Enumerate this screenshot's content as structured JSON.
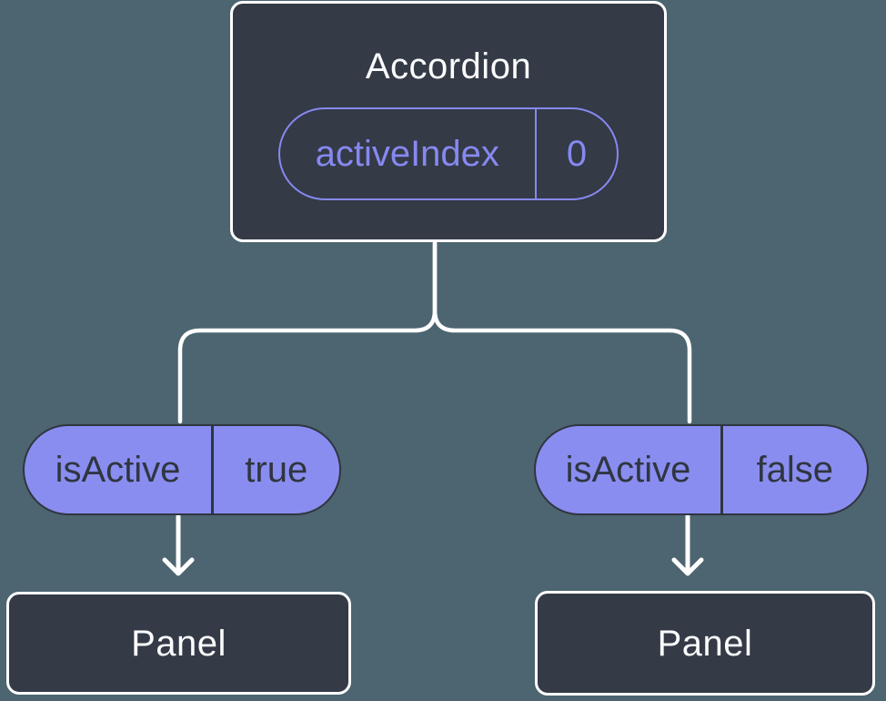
{
  "diagram": {
    "root": {
      "title": "Accordion",
      "state": {
        "name": "activeIndex",
        "value": "0"
      }
    },
    "children": [
      {
        "prop": {
          "name": "isActive",
          "value": "true"
        },
        "title": "Panel"
      },
      {
        "prop": {
          "name": "isActive",
          "value": "false"
        },
        "title": "Panel"
      }
    ]
  },
  "colors": {
    "background": "#4C6570",
    "node_fill": "#343A46",
    "node_border": "#FFFFFF",
    "accent": "#8689F0",
    "pill_fill": "#8A8DF0",
    "pill_dark": "#2F3640",
    "wire": "#FFFFFF"
  }
}
